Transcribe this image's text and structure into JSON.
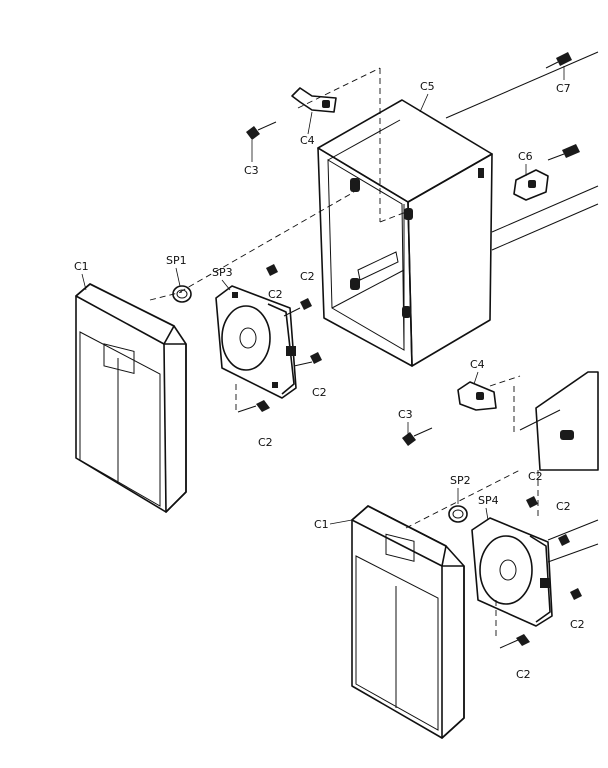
{
  "labels": {
    "c1_top": "C1",
    "sp1": "SP1",
    "sp3": "SP3",
    "c2_a": "C2",
    "c2_b": "C2",
    "c2_c": "C2",
    "c2_d": "C2",
    "c3_top": "C3",
    "c4_top": "C4",
    "c5": "C5",
    "c6": "C6",
    "c7": "C7",
    "c4_bottom": "C4",
    "c3_bottom": "C3",
    "c2_e": "C2",
    "sp2": "SP2",
    "sp4": "SP4",
    "c2_f": "C2",
    "c1_bottom": "C1",
    "c2_g": "C2",
    "c2_h": "C2"
  }
}
